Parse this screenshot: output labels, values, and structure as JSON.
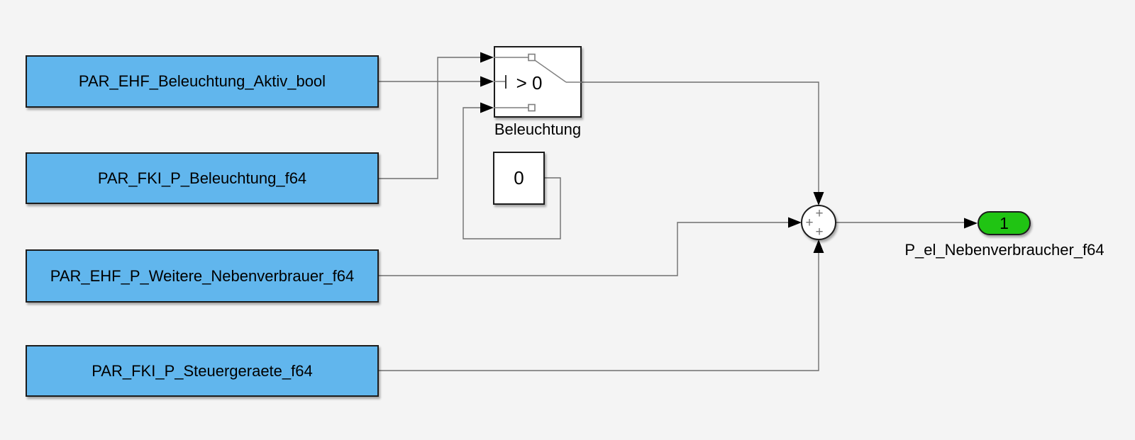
{
  "colors": {
    "background": "#f4f4f4",
    "source_fill": "#61b6ed",
    "outport_fill": "#20c413",
    "wire": "#6e6e6e",
    "block_border": "#1c1c1c"
  },
  "blocks": {
    "sources": [
      {
        "label": "PAR_EHF_Beleuchtung_Aktiv_bool"
      },
      {
        "label": "PAR_FKI_P_Beleuchtung_f64"
      },
      {
        "label": "PAR_EHF_P_Weitere_Nebenverbrauer_f64"
      },
      {
        "label": "PAR_FKI_P_Steuergeraete_f64"
      }
    ],
    "switch": {
      "criteria": "> 0",
      "name": "Beleuchtung"
    },
    "constant": {
      "value": "0"
    },
    "sum": {
      "sign_top": "+",
      "sign_left": "+",
      "sign_bottom": "+"
    },
    "outport": {
      "port_number": "1",
      "label": "P_el_Nebenverbraucher_f64"
    }
  }
}
